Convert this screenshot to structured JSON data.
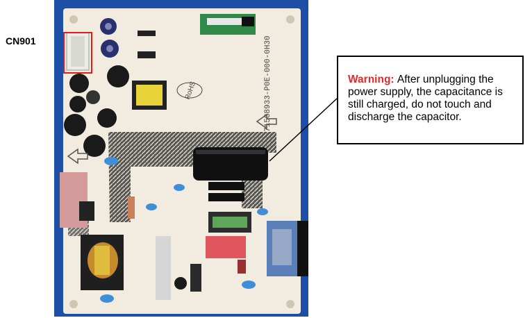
{
  "connector_label": "CN901",
  "board": {
    "rohs_marking": "RoHS",
    "part_number": "715G8933-P0E-000-0H30"
  },
  "warning": {
    "label": "Warning:",
    "text": "After unplugging the power supply, the capacitance is still charged, do not touch and discharge the capacitor."
  },
  "colors": {
    "highlight_box": "#e11b1b",
    "warning_label": "#e32a2a",
    "pcb_background": "#f1ecdf",
    "photo_background": "#1d4fa6"
  }
}
